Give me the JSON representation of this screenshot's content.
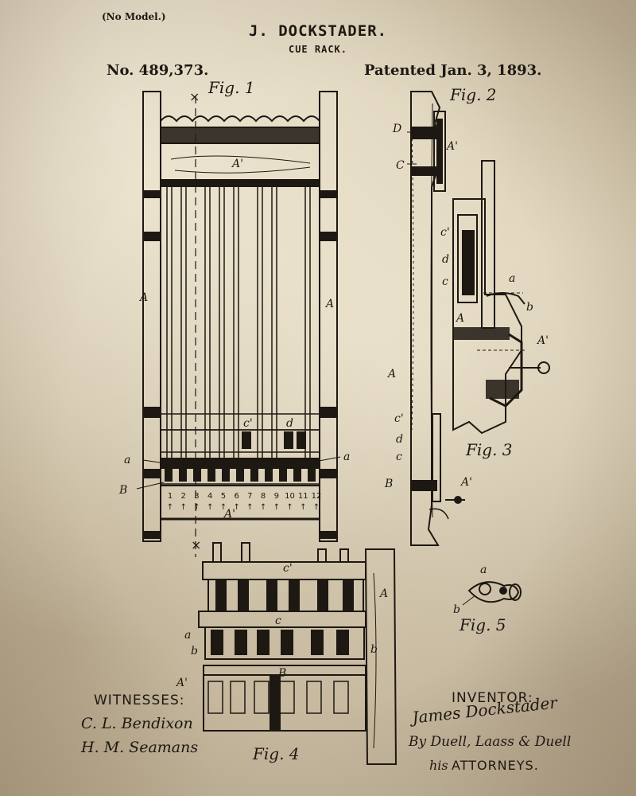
{
  "header": {
    "model_note": "(No Model.)",
    "inventor": "J. DOCKSTADER.",
    "title": "CUE RACK.",
    "patent_number": "No. 489,373.",
    "patent_date": "Patented Jan. 3, 1893."
  },
  "figures": {
    "fig1": "Fig. 1",
    "fig2": "Fig. 2",
    "fig3": "Fig. 3",
    "fig4": "Fig. 4",
    "fig5": "Fig. 5"
  },
  "fig1_slot_numbers": [
    "1",
    "2",
    "3",
    "4",
    "5",
    "6",
    "7",
    "8",
    "9",
    "10",
    "11",
    "12"
  ],
  "part_labels": {
    "A": "A",
    "A_prime": "A'",
    "B": "B",
    "a": "a",
    "b": "b",
    "c": "c",
    "c_prime": "c'",
    "d": "d",
    "D": "D",
    "C": "C"
  },
  "footer": {
    "witnesses_label": "WITNESSES:",
    "witness_1": "C. L. Bendixon",
    "witness_2": "H. M. Seamans",
    "inventor_label": "INVENTOR:",
    "inventor_signature": "James Dockstader",
    "attorneys_signature": "By Duell, Laass & Duell",
    "his": "his",
    "attorneys_label": "ATTORNEYS."
  },
  "colors": {
    "paper": "#d8ccb2",
    "ink": "#1e1812"
  }
}
